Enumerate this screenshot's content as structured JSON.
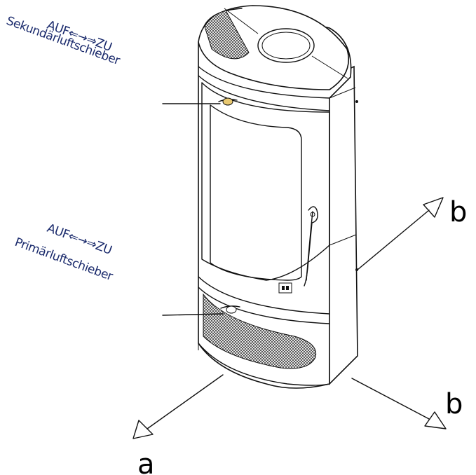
{
  "labels": {
    "secondary_range": "AUF⇐→⇒ZU",
    "secondary_name": "Sekundärluftschieber",
    "primary_range": "AUF⇐→⇒ZU",
    "primary_name": "Primärluftschieber"
  },
  "directions": {
    "a": "a",
    "b_upper": "b",
    "b_lower": "b"
  }
}
